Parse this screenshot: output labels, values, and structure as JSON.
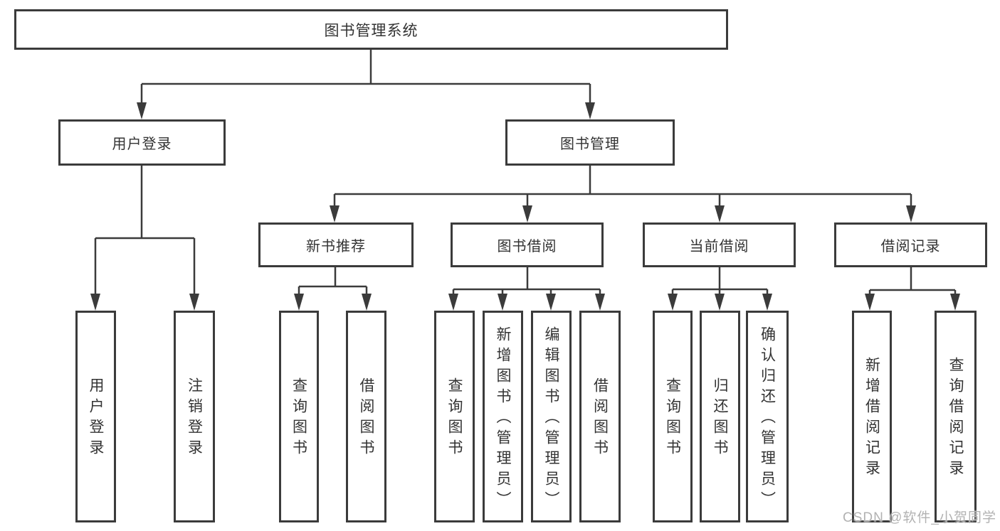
{
  "diagram": {
    "type": "hierarchy",
    "colors": {
      "line": "#3b3b3b",
      "text": "#333333",
      "box_fill": "#ffffff",
      "watermark": "#b2b2b2"
    },
    "tree": {
      "root": {
        "label": "图书管理系统"
      },
      "branches": [
        {
          "label": "用户登录",
          "children": [
            {
              "label": "用户登录"
            },
            {
              "label": "注销登录"
            }
          ]
        },
        {
          "label": "图书管理",
          "children": [
            {
              "label": "新书推荐",
              "children": [
                {
                  "label": "查询图书"
                },
                {
                  "label": "借阅图书"
                }
              ]
            },
            {
              "label": "图书借阅",
              "children": [
                {
                  "label": "查询图书"
                },
                {
                  "label": "新增图书（管理员）"
                },
                {
                  "label": "编辑图书（管理员）"
                },
                {
                  "label": "借阅图书"
                }
              ]
            },
            {
              "label": "当前借阅",
              "children": [
                {
                  "label": "查询图书"
                },
                {
                  "label": "归还图书"
                },
                {
                  "label": "确认归还（管理员）"
                }
              ]
            },
            {
              "label": "借阅记录",
              "children": [
                {
                  "label": "新增借阅记录"
                },
                {
                  "label": "查询借阅记录"
                }
              ]
            }
          ]
        }
      ]
    },
    "watermark": {
      "text": "CSDN @软件_小贺同学"
    }
  }
}
